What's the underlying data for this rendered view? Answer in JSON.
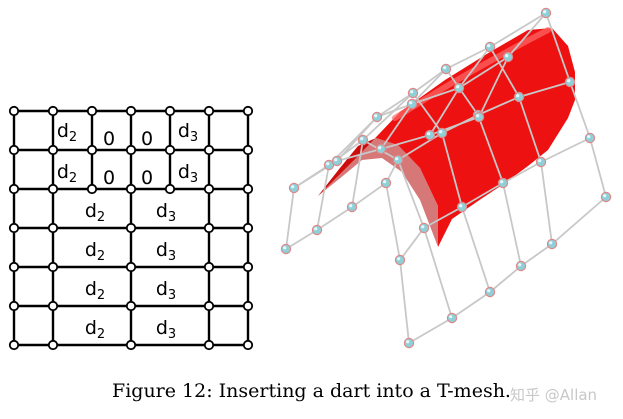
{
  "figure": {
    "caption": "Figure 12: Inserting a dart into a T-mesh."
  },
  "tmesh": {
    "labels": [
      {
        "text": "d",
        "sub": "2"
      },
      {
        "text": "0",
        "sub": ""
      },
      {
        "text": "0",
        "sub": ""
      },
      {
        "text": "d",
        "sub": "3"
      },
      {
        "text": "d",
        "sub": "2"
      },
      {
        "text": "0",
        "sub": ""
      },
      {
        "text": "0",
        "sub": ""
      },
      {
        "text": "d",
        "sub": "3"
      },
      {
        "text": "d",
        "sub": "2"
      },
      {
        "text": "d",
        "sub": "3"
      },
      {
        "text": "d",
        "sub": "2"
      },
      {
        "text": "d",
        "sub": "3"
      },
      {
        "text": "d",
        "sub": "2"
      },
      {
        "text": "d",
        "sub": "3"
      },
      {
        "text": "d",
        "sub": "2"
      },
      {
        "text": "d",
        "sub": "3"
      }
    ]
  },
  "surface": {
    "surface_color": "#ee1111",
    "control_net_color": "#c8c8c8",
    "control_point_color": "#8fd0d8",
    "control_point_shade": "#e08888"
  },
  "watermark": {
    "text": "知乎 @Allan"
  }
}
